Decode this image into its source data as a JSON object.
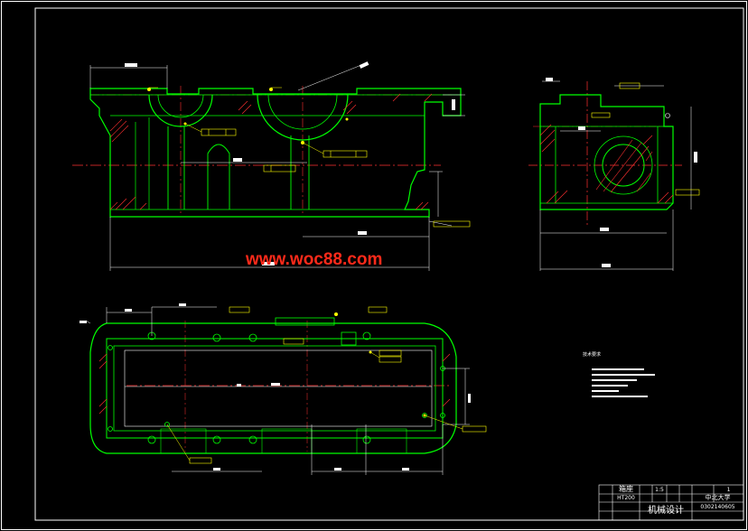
{
  "watermark": "www.woc88.com",
  "title_block": {
    "part_name": "箱座",
    "design_title": "机械设计",
    "school": "中北大学",
    "scale": "1:5",
    "sheet": "1",
    "material": "HT200",
    "student_id": "0302140605"
  },
  "technical_notes_heading": "技术要求",
  "colors": {
    "background": "#000000",
    "outline": "#00ff00",
    "dimension": "#ffffff",
    "centerline": "#ff3030",
    "hatch": "#ff3030",
    "annotation": "#ffff00",
    "frame": "#ffffff",
    "watermark": "#ff2a1a"
  }
}
